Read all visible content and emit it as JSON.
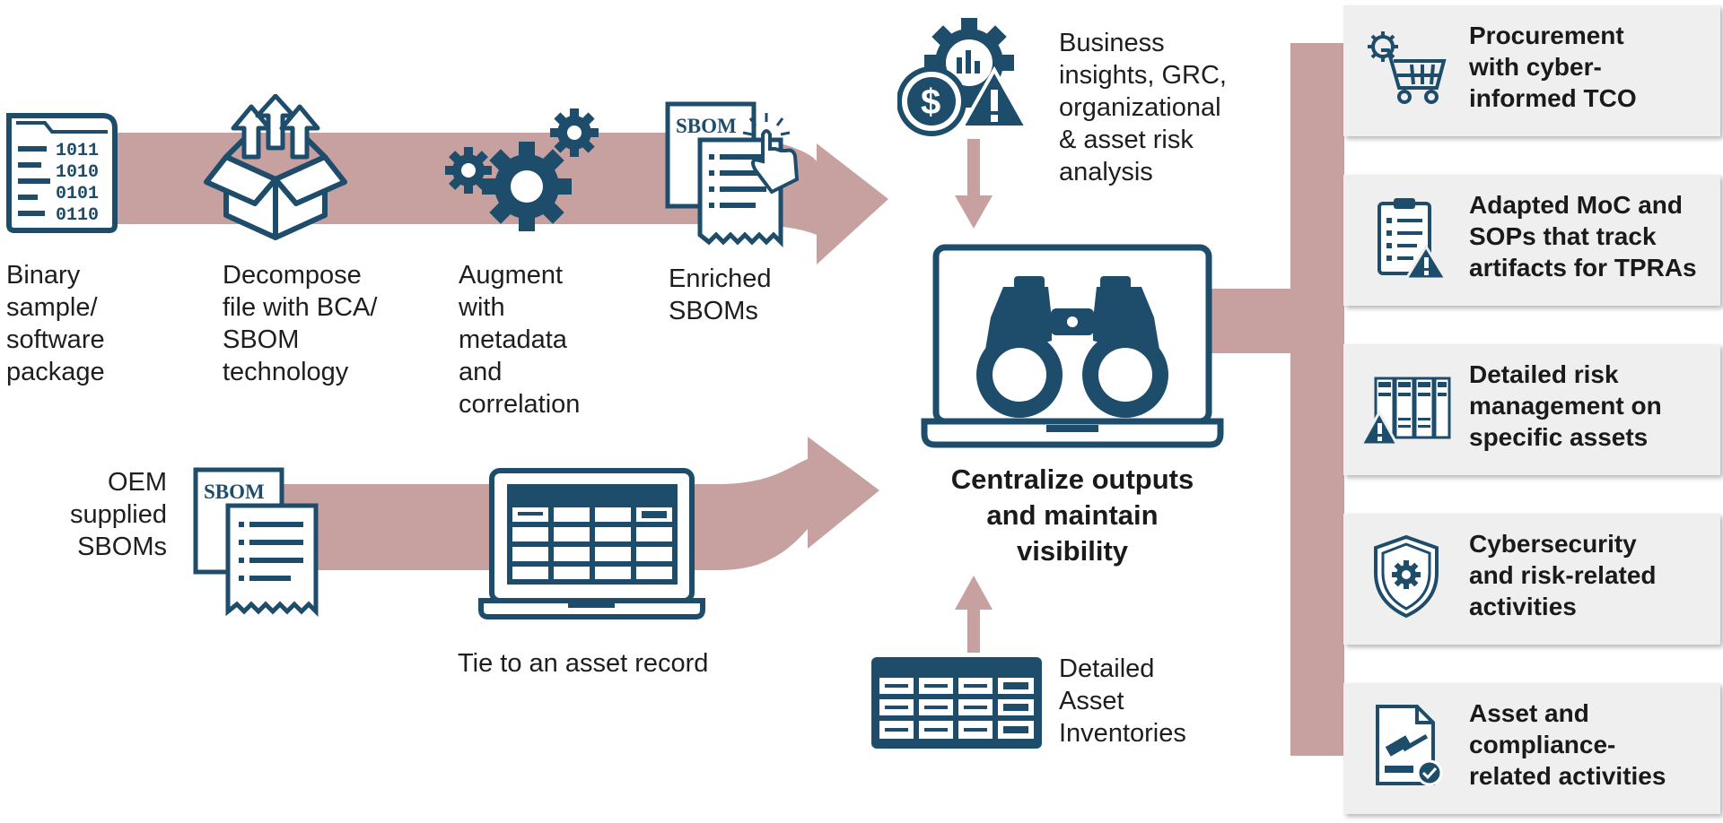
{
  "colors": {
    "arrow": "#c7a0a0",
    "icon": "#1e4d6b",
    "card_bg": "#efefef"
  },
  "steps": {
    "binary": {
      "icon": "binary-file-icon",
      "lines": [
        "Binary",
        "sample/",
        "software",
        "package"
      ]
    },
    "decompose": {
      "icon": "open-box-icon",
      "lines": [
        "Decompose",
        "file with BCA/",
        "SBOM",
        "technology"
      ]
    },
    "augment": {
      "icon": "gears-icon",
      "lines": [
        "Augment",
        "with",
        "metadata",
        "and",
        "correlation"
      ]
    },
    "enriched": {
      "icon": "sbom-pointer-icon",
      "badge": "SBOM",
      "lines": [
        "Enriched",
        "SBOMs"
      ]
    },
    "oem": {
      "icon": "sbom-document-icon",
      "badge": "SBOM",
      "lines": [
        "OEM",
        "supplied",
        "SBOMs"
      ]
    },
    "asset_record": {
      "icon": "laptop-table-icon",
      "lines": [
        "Tie to an asset record"
      ]
    },
    "business": {
      "icon": "gear-dollar-warning-icon",
      "lines": [
        "Business",
        "insights, GRC,",
        "organizational",
        "& asset risk",
        "analysis"
      ]
    },
    "inventories": {
      "icon": "inventory-table-icon",
      "lines": [
        "Detailed",
        "Asset",
        "Inventories"
      ]
    }
  },
  "center": {
    "icon": "laptop-binoculars-icon",
    "title_lines": [
      "Centralize outputs",
      "and maintain",
      "visibility"
    ]
  },
  "outcomes": [
    {
      "icon": "gear-cart-icon",
      "lines": [
        "Procurement",
        "with cyber-",
        "informed TCO"
      ]
    },
    {
      "icon": "checklist-warning-icon",
      "lines": [
        "Adapted MoC and",
        "SOPs that track",
        "artifacts for TPRAs"
      ]
    },
    {
      "icon": "server-rack-warning-icon",
      "lines": [
        "Detailed risk",
        "management on",
        "specific assets"
      ]
    },
    {
      "icon": "shield-gear-icon",
      "lines": [
        "Cybersecurity",
        "and risk-related",
        "activities"
      ]
    },
    {
      "icon": "gavel-document-icon",
      "lines": [
        "Asset and",
        "compliance-",
        "related activities"
      ]
    }
  ]
}
